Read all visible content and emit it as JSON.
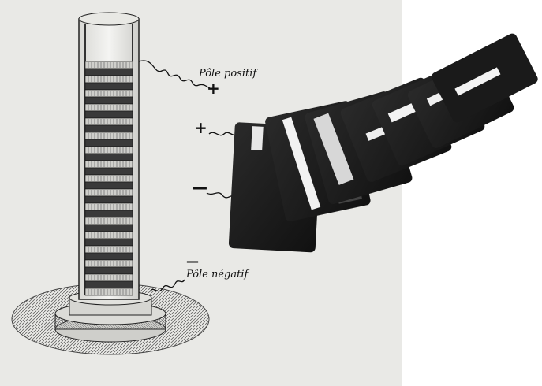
{
  "image": {
    "type": "composite-illustration",
    "left_panel": "engraving of a voltaic pile",
    "right_panel": "photograph of stacked black rechargeable batteries"
  },
  "labels": {
    "positive_pole": "Pôle positif",
    "negative_pole": "Pôle négatif",
    "plus_sign_top": "+",
    "plus_sign_middle": "+",
    "minus_sign": "—",
    "minus_sign_bottom": "—"
  },
  "colors": {
    "engraving_background": "#e9e9e6",
    "ink": "#111111",
    "battery_body": "#1c1c1c",
    "battery_label": "#f2f2f2"
  }
}
